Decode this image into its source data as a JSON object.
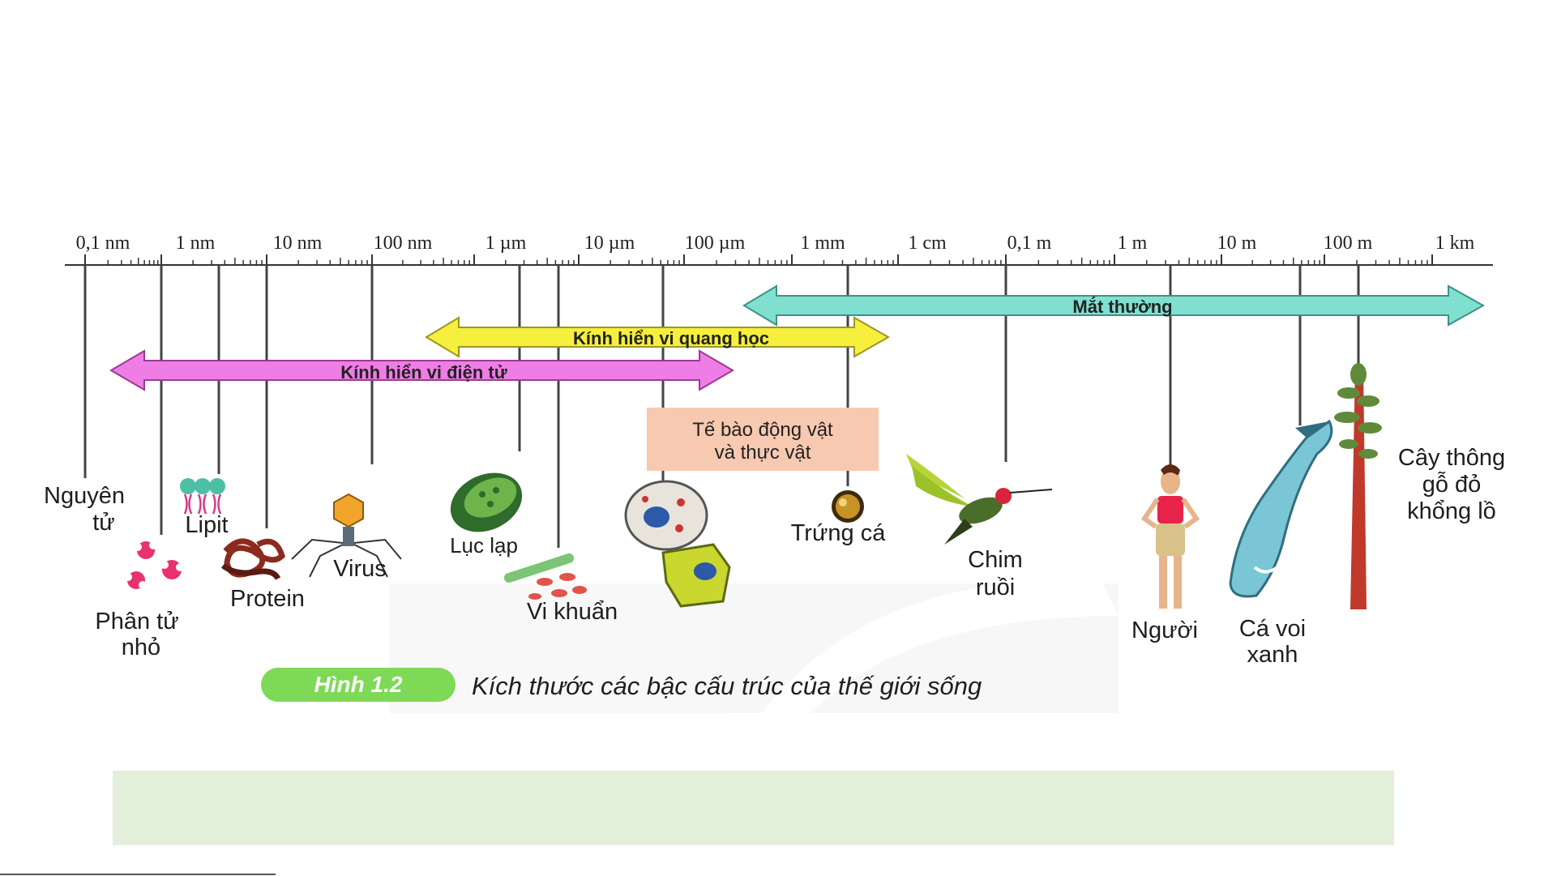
{
  "scale": {
    "labels": [
      "0,1 nm",
      "1 nm",
      "10 nm",
      "100 nm",
      "1 µm",
      "10 µm",
      "100 µm",
      "1 mm",
      "1 cm",
      "0,1 m",
      "1 m",
      "10 m",
      "100 m",
      "1 km"
    ]
  },
  "ranges": {
    "naked_eye": "Mắt thường",
    "light_microscope": "Kính hiển vi quang học",
    "electron_microscope": "Kính hiển vi điện tử"
  },
  "items": {
    "atom": [
      "Nguyên",
      "tử"
    ],
    "lipid": "Lipit",
    "small_molecule": [
      "Phân tử",
      "nhỏ"
    ],
    "protein": "Protein",
    "virus": "Virus",
    "chloroplast": "Lục lạp",
    "bacteria": "Vi khuẩn",
    "cell": [
      "Tế bào động vật",
      "và thực vật"
    ],
    "fish_egg": "Trứng cá",
    "hummingbird": [
      "Chim",
      "ruồi"
    ],
    "human": "Người",
    "blue_whale": [
      "Cá voi",
      "xanh"
    ],
    "redwood": [
      "Cây thông",
      "gỗ đỏ",
      "khổng lồ"
    ]
  },
  "caption": {
    "badge": "Hình 1.2",
    "text": "Kích thước các bậc cấu trúc của thế giới sống"
  },
  "colors": {
    "naked_eye": "#7fe0cf",
    "light_microscope": "#f6ef3d",
    "electron_microscope": "#ef7de6",
    "cell_box": "#f7c9b0",
    "badge": "#7ed957",
    "bottom_band": "#e2efda"
  }
}
